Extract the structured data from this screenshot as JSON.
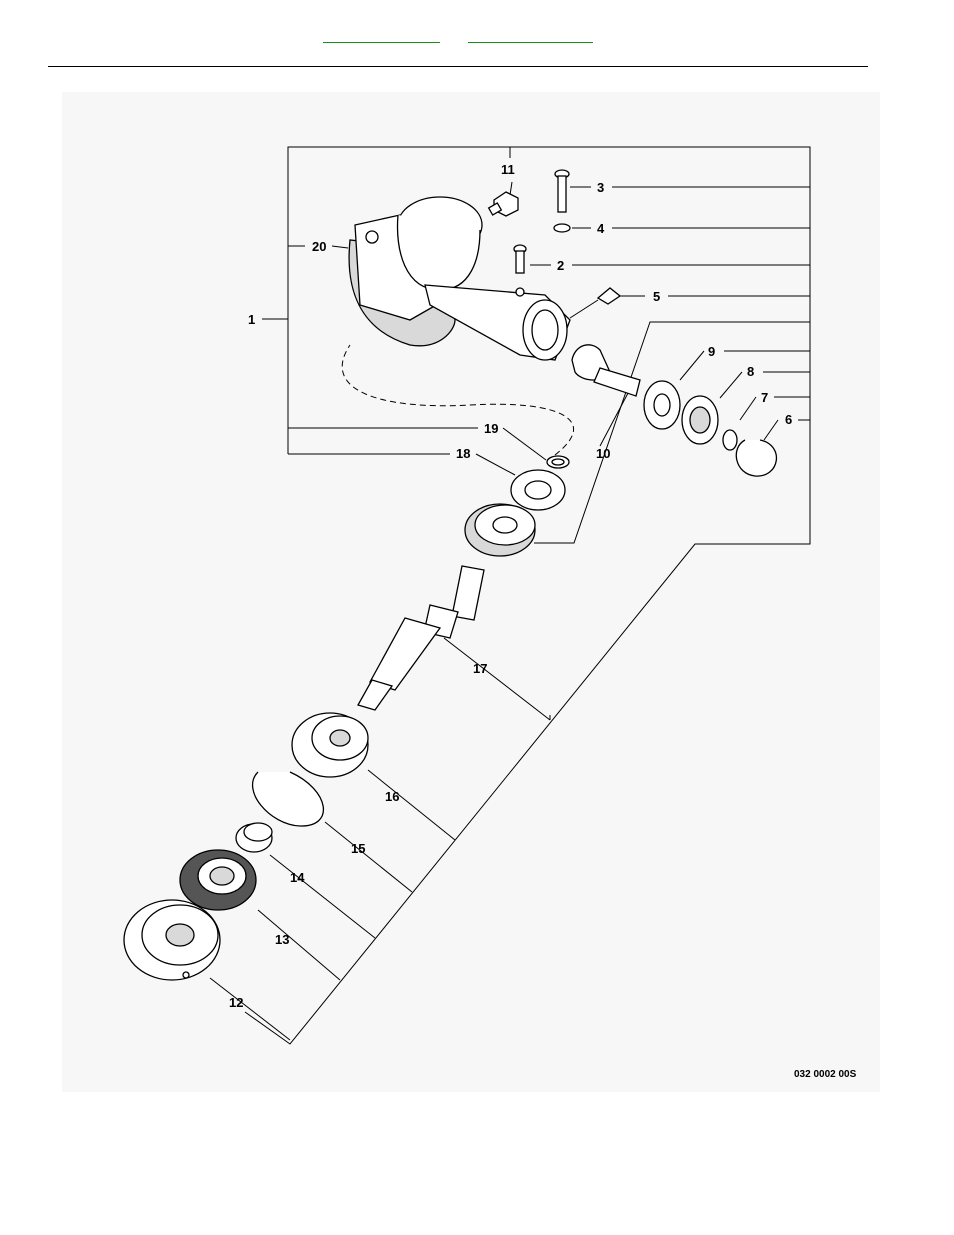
{
  "header": {
    "links": [
      {
        "name": "nav-link-a",
        "text": ""
      },
      {
        "name": "nav-link-b",
        "text": ""
      }
    ]
  },
  "diagram": {
    "callouts": [
      "1",
      "2",
      "3",
      "4",
      "5",
      "6",
      "7",
      "8",
      "9",
      "10",
      "11",
      "12",
      "13",
      "14",
      "15",
      "16",
      "17",
      "18",
      "19",
      "20"
    ],
    "figure_code": "032 0002 00S"
  }
}
